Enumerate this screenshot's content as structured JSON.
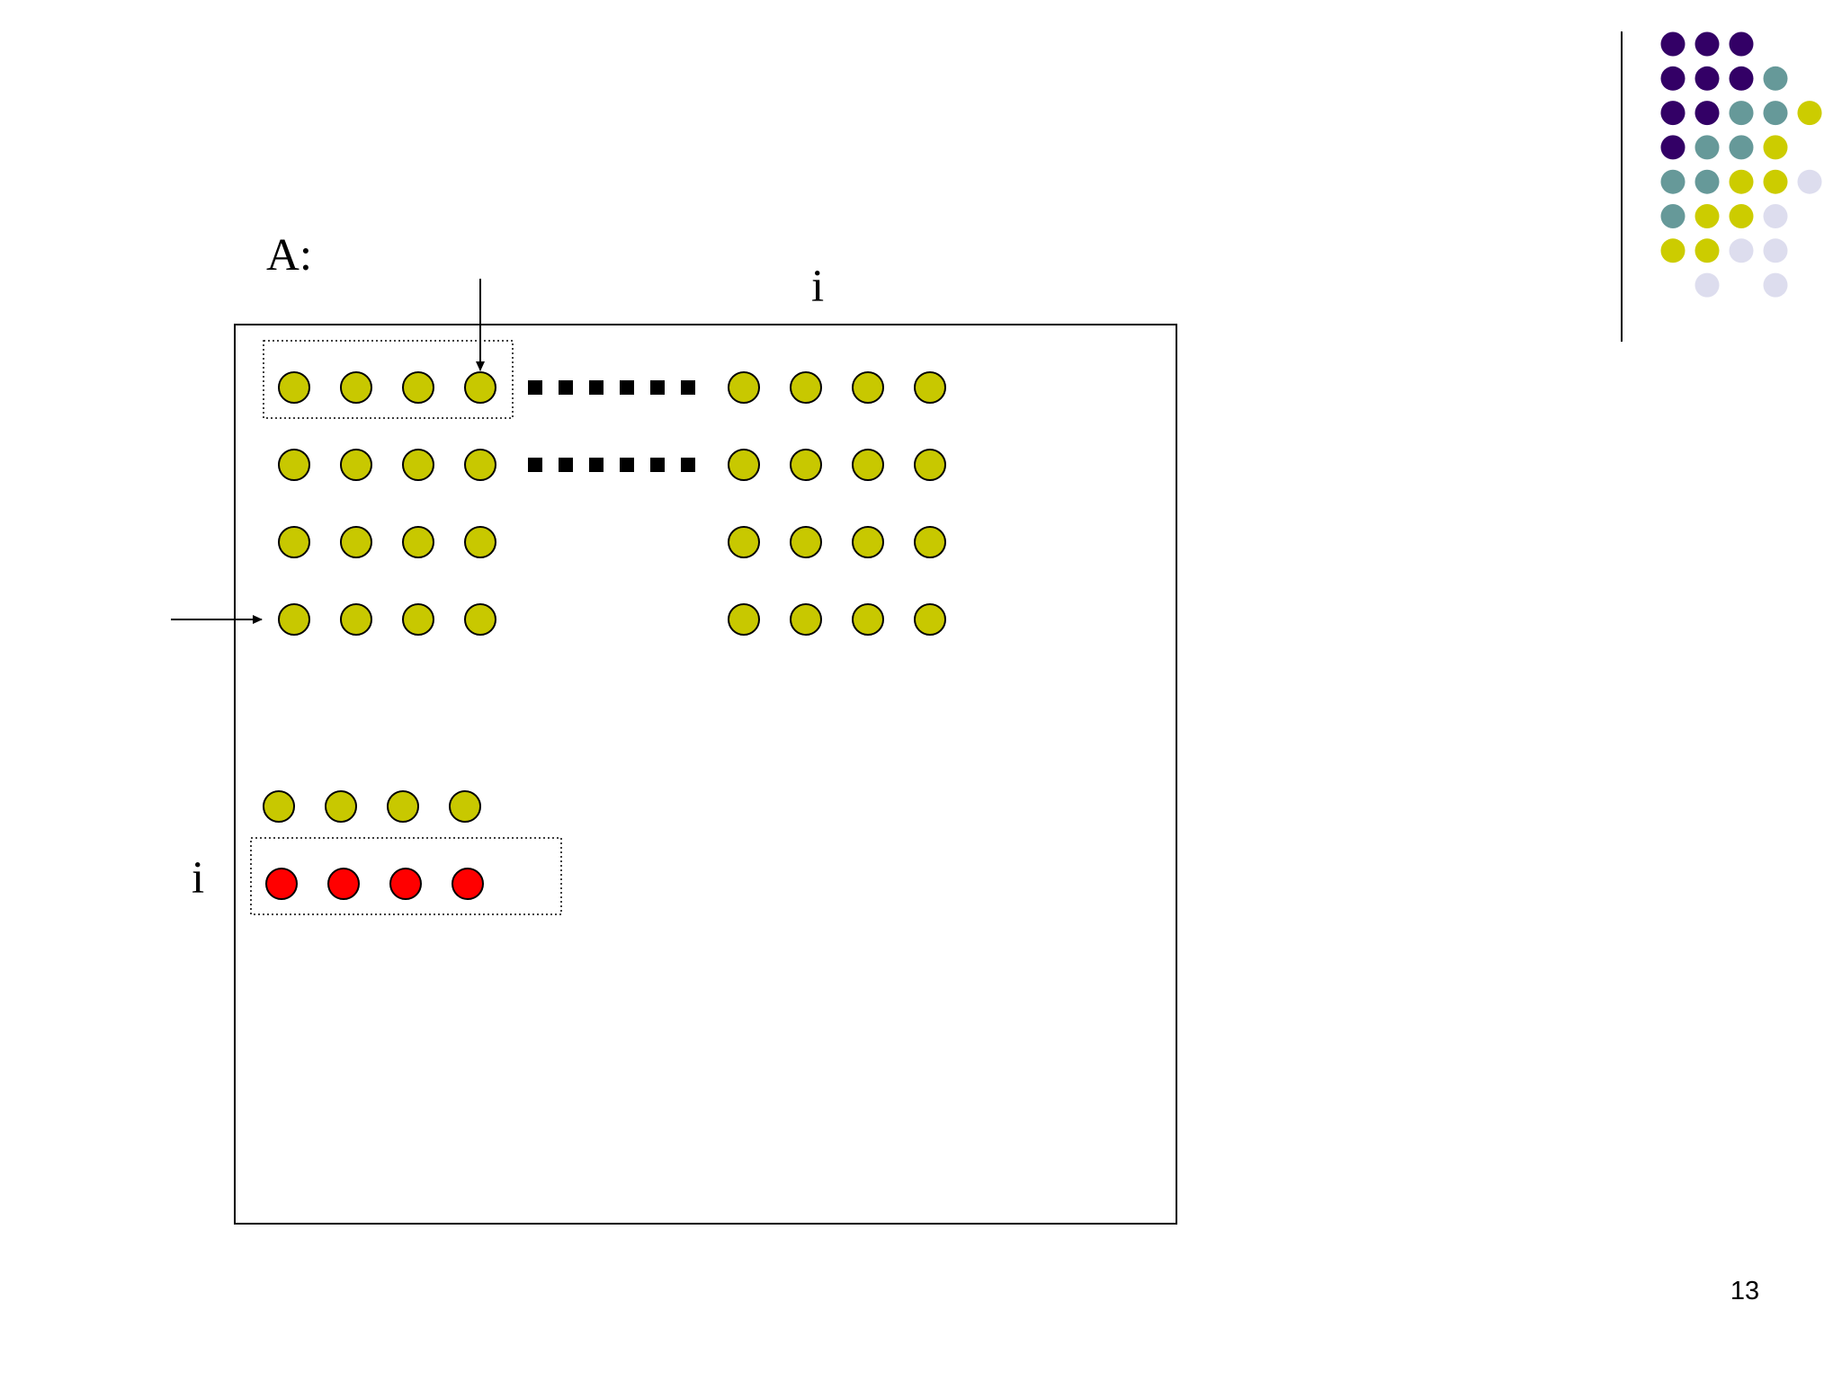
{
  "labels": {
    "matrix": "A:",
    "column_index": "i",
    "row_index": "i"
  },
  "page_number": "13",
  "colors": {
    "element_fill": "#c8c800",
    "highlight_fill": "#ff0000",
    "outline": "#000000",
    "frame": "#000000",
    "ellipsis": "#000000"
  },
  "matrix_rows": [
    {
      "name": "row-1",
      "left_count": 4,
      "right_count": 4,
      "ellipsis": true,
      "boxed": true
    },
    {
      "name": "row-2",
      "left_count": 4,
      "right_count": 4,
      "ellipsis": true,
      "boxed": false
    },
    {
      "name": "row-3",
      "left_count": 4,
      "right_count": 4,
      "ellipsis": false,
      "boxed": false
    },
    {
      "name": "row-4",
      "left_count": 4,
      "right_count": 4,
      "ellipsis": false,
      "boxed": false
    }
  ],
  "extracted_column": {
    "count": 4
  },
  "selected_row": {
    "count": 4,
    "color": "#ff0000"
  },
  "decoration": {
    "colors": {
      "purple": "#330066",
      "teal": "#669999",
      "olive": "#cccc00",
      "lavender": "#ddddee"
    },
    "grid": [
      [
        "purple",
        "purple",
        "purple",
        null,
        null
      ],
      [
        "purple",
        "purple",
        "purple",
        "teal",
        null
      ],
      [
        "purple",
        "purple",
        "teal",
        "teal",
        "olive"
      ],
      [
        "purple",
        "teal",
        "teal",
        "olive",
        null
      ],
      [
        "teal",
        "teal",
        "olive",
        "olive",
        "lavender"
      ],
      [
        "teal",
        "olive",
        "olive",
        "lavender",
        null
      ],
      [
        "olive",
        "olive",
        "lavender",
        "lavender",
        null
      ],
      [
        null,
        "lavender",
        null,
        "lavender",
        null
      ]
    ]
  }
}
